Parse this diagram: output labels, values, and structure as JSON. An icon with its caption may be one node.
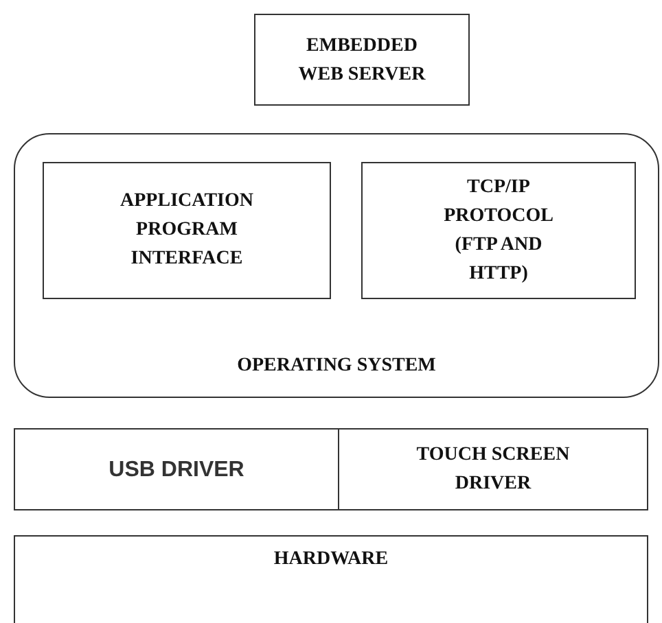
{
  "diagram": {
    "nodes": [
      {
        "text": [
          "EMBEDDED WEB SERVER"
        ]
      },
      {
        "text": [
          "OPERATING SYSTEM"
        ]
      },
      {
        "text": [
          "APPLICATION PROGRAM INTERFACE"
        ],
        "in": 1
      },
      {
        "text": [
          "TCP/IP PROTOCOL (FTP AND HTTP)"
        ],
        "in": 1
      },
      {
        "text": [
          "USB DRIVER"
        ]
      },
      {
        "text": [
          "TOUCH SCREEN DRIVER"
        ]
      },
      {
        "text": [
          "HARDWARE"
        ]
      }
    ]
  }
}
